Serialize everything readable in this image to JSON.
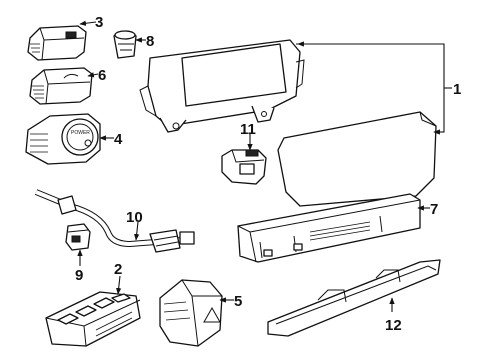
{
  "callouts": [
    "1",
    "2",
    "3",
    "4",
    "5",
    "6",
    "7",
    "8",
    "9",
    "10",
    "11",
    "12"
  ],
  "power_button_text": "POWER",
  "colors": {
    "line": "#111111",
    "background": "#ffffff"
  }
}
